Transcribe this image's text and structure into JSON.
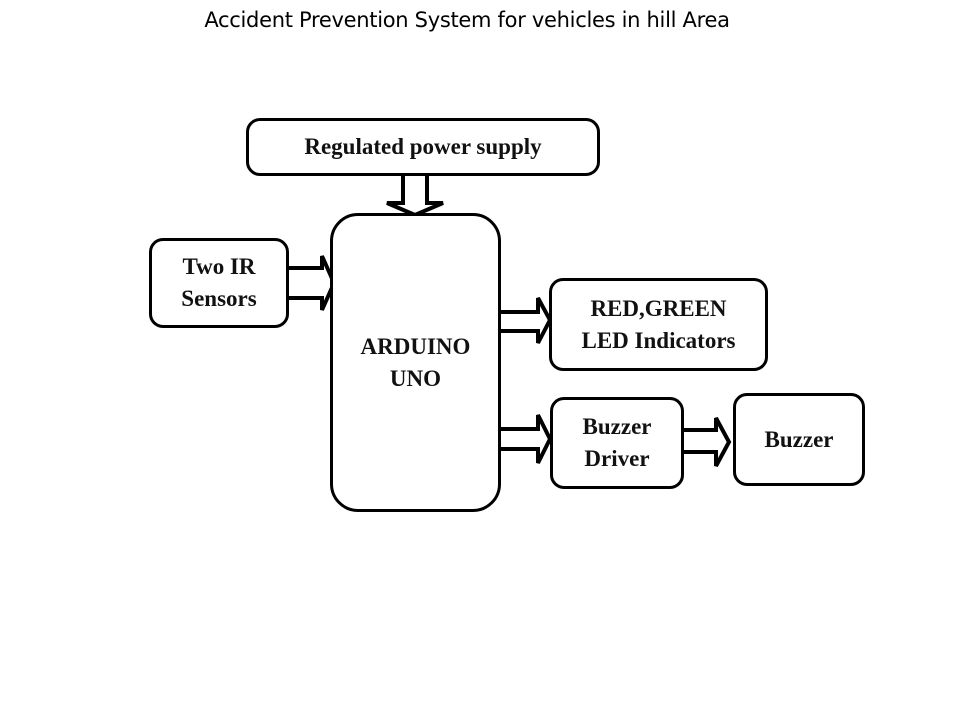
{
  "title": "Accident Prevention System for vehicles in hill Area",
  "blocks": {
    "power_supply": "Regulated power supply",
    "ir_sensors": "Two IR\nSensors",
    "arduino": "ARDUINO\nUNO",
    "led_indicators": "RED,GREEN\nLED Indicators",
    "buzzer_driver": "Buzzer\nDriver",
    "buzzer": "Buzzer"
  },
  "connections": [
    {
      "from": "power_supply",
      "to": "arduino"
    },
    {
      "from": "ir_sensors",
      "to": "arduino"
    },
    {
      "from": "arduino",
      "to": "led_indicators"
    },
    {
      "from": "arduino",
      "to": "buzzer_driver"
    },
    {
      "from": "buzzer_driver",
      "to": "buzzer"
    }
  ]
}
